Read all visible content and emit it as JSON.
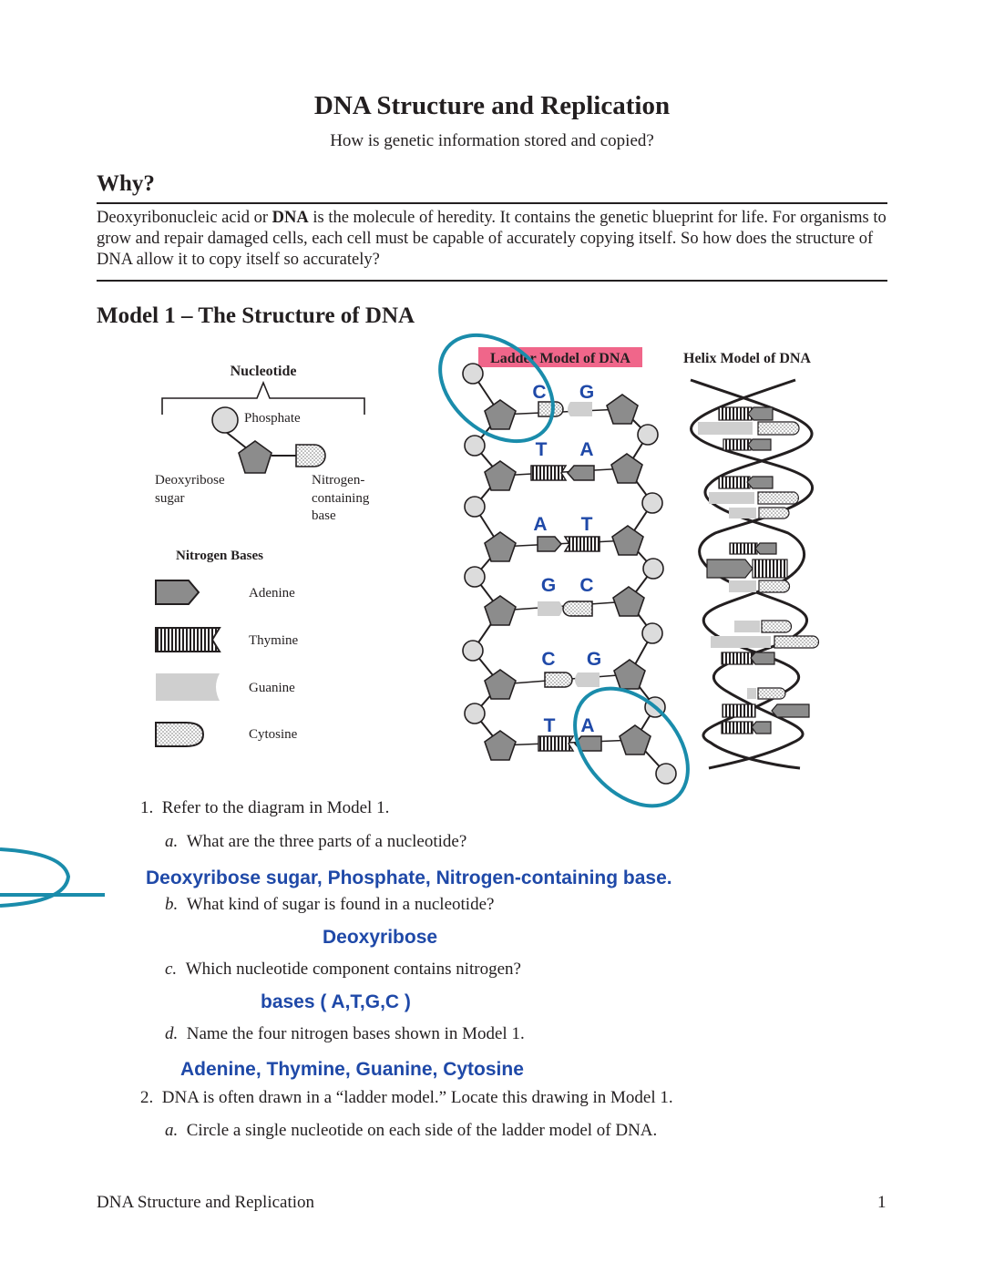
{
  "title": "DNA Structure and Replication",
  "subtitle": "How is genetic information stored and copied?",
  "why": {
    "heading": "Why?",
    "paragraph_before": "Deoxyribonucleic acid or ",
    "paragraph_bold": "DNA",
    "paragraph_after": " is the molecule of heredity. It contains the genetic blueprint for life. For organisms to grow and repair damaged cells, each cell must be capable of accurately copying itself. So how does the structure of DNA allow it to copy itself so accurately?"
  },
  "model": {
    "heading": "Model 1 – The Structure of DNA",
    "nucleotide_title": "Nucleotide",
    "phosphate_label": "Phosphate",
    "sugar_label_1": "Deoxyribose",
    "sugar_label_2": "sugar",
    "base_label_1": "Nitrogen-",
    "base_label_2": "containing",
    "base_label_3": "base",
    "bases_title": "Nitrogen Bases",
    "bases": [
      "Adenine",
      "Thymine",
      "Guanine",
      "Cytosine"
    ],
    "ladder_title": "Ladder Model of DNA",
    "helix_title": "Helix Model of DNA",
    "ladder_pairs": [
      [
        "C",
        "G"
      ],
      [
        "T",
        "A"
      ],
      [
        "A",
        "T"
      ],
      [
        "G",
        "C"
      ],
      [
        "C",
        "G"
      ],
      [
        "T",
        "A"
      ]
    ],
    "highlight_color": "#f0668a",
    "circle_color": "#1a8cab"
  },
  "questions": {
    "q1": {
      "num": "1.",
      "text": "Refer to the diagram in Model 1."
    },
    "q1a": {
      "letter": "a.",
      "text": "What are the three parts of a nucleotide?",
      "answer": "Deoxyribose sugar, Phosphate, Nitrogen-containing base."
    },
    "q1b": {
      "letter": "b.",
      "text": "What kind of sugar is found in a nucleotide?",
      "answer": "Deoxyribose"
    },
    "q1c": {
      "letter": "c.",
      "text": "Which nucleotide component contains nitrogen?",
      "answer": "bases ( A,T,G,C )"
    },
    "q1d": {
      "letter": "d.",
      "text": "Name the four nitrogen bases shown in Model 1.",
      "answer": "Adenine, Thymine, Guanine, Cytosine"
    },
    "q2": {
      "num": "2.",
      "text": "DNA is often drawn in a “ladder model.” Locate this drawing in Model 1."
    },
    "q2a": {
      "letter": "a.",
      "text": "Circle a single nucleotide on each side of the ladder model of DNA."
    }
  },
  "footer": {
    "left": "DNA Structure and Replication",
    "page": "1"
  }
}
